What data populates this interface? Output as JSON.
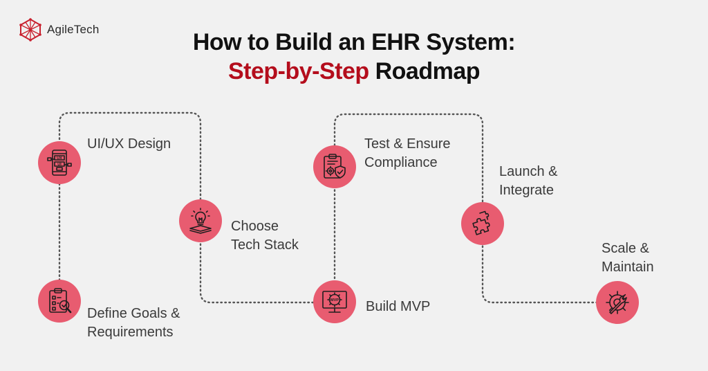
{
  "brand": {
    "logo_text": "AgileTech"
  },
  "title": {
    "line1": "How to Build an EHR System:",
    "line2_accent": "Step-by-Step",
    "line2_rest": " Roadmap"
  },
  "steps": [
    {
      "lines": [
        "UI/UX Design"
      ],
      "icon": "ui-ux-device-icon"
    },
    {
      "lines": [
        "Define Goals &",
        "Requirements"
      ],
      "icon": "clipboard-checklist-icon"
    },
    {
      "lines": [
        "Choose",
        "Tech Stack"
      ],
      "icon": "lightbulb-layers-icon"
    },
    {
      "lines": [
        "Build MVP"
      ],
      "icon": "mvp-monitor-gear-icon"
    },
    {
      "lines": [
        "Test & Ensure",
        "Compliance"
      ],
      "icon": "clipboard-gear-shield-icon"
    },
    {
      "lines": [
        "Launch &",
        "Integrate"
      ],
      "icon": "puzzle-icon"
    },
    {
      "lines": [
        "Scale &",
        "Maintain"
      ],
      "icon": "wrench-gear-icon"
    }
  ],
  "icon_text": {
    "ux": "UX",
    "ui": "UI",
    "mvp": "MVP"
  },
  "colors": {
    "circle": "#e85c70",
    "accent": "#b40d1c",
    "path": "#555555",
    "icon_stroke": "#1e1e1e"
  }
}
